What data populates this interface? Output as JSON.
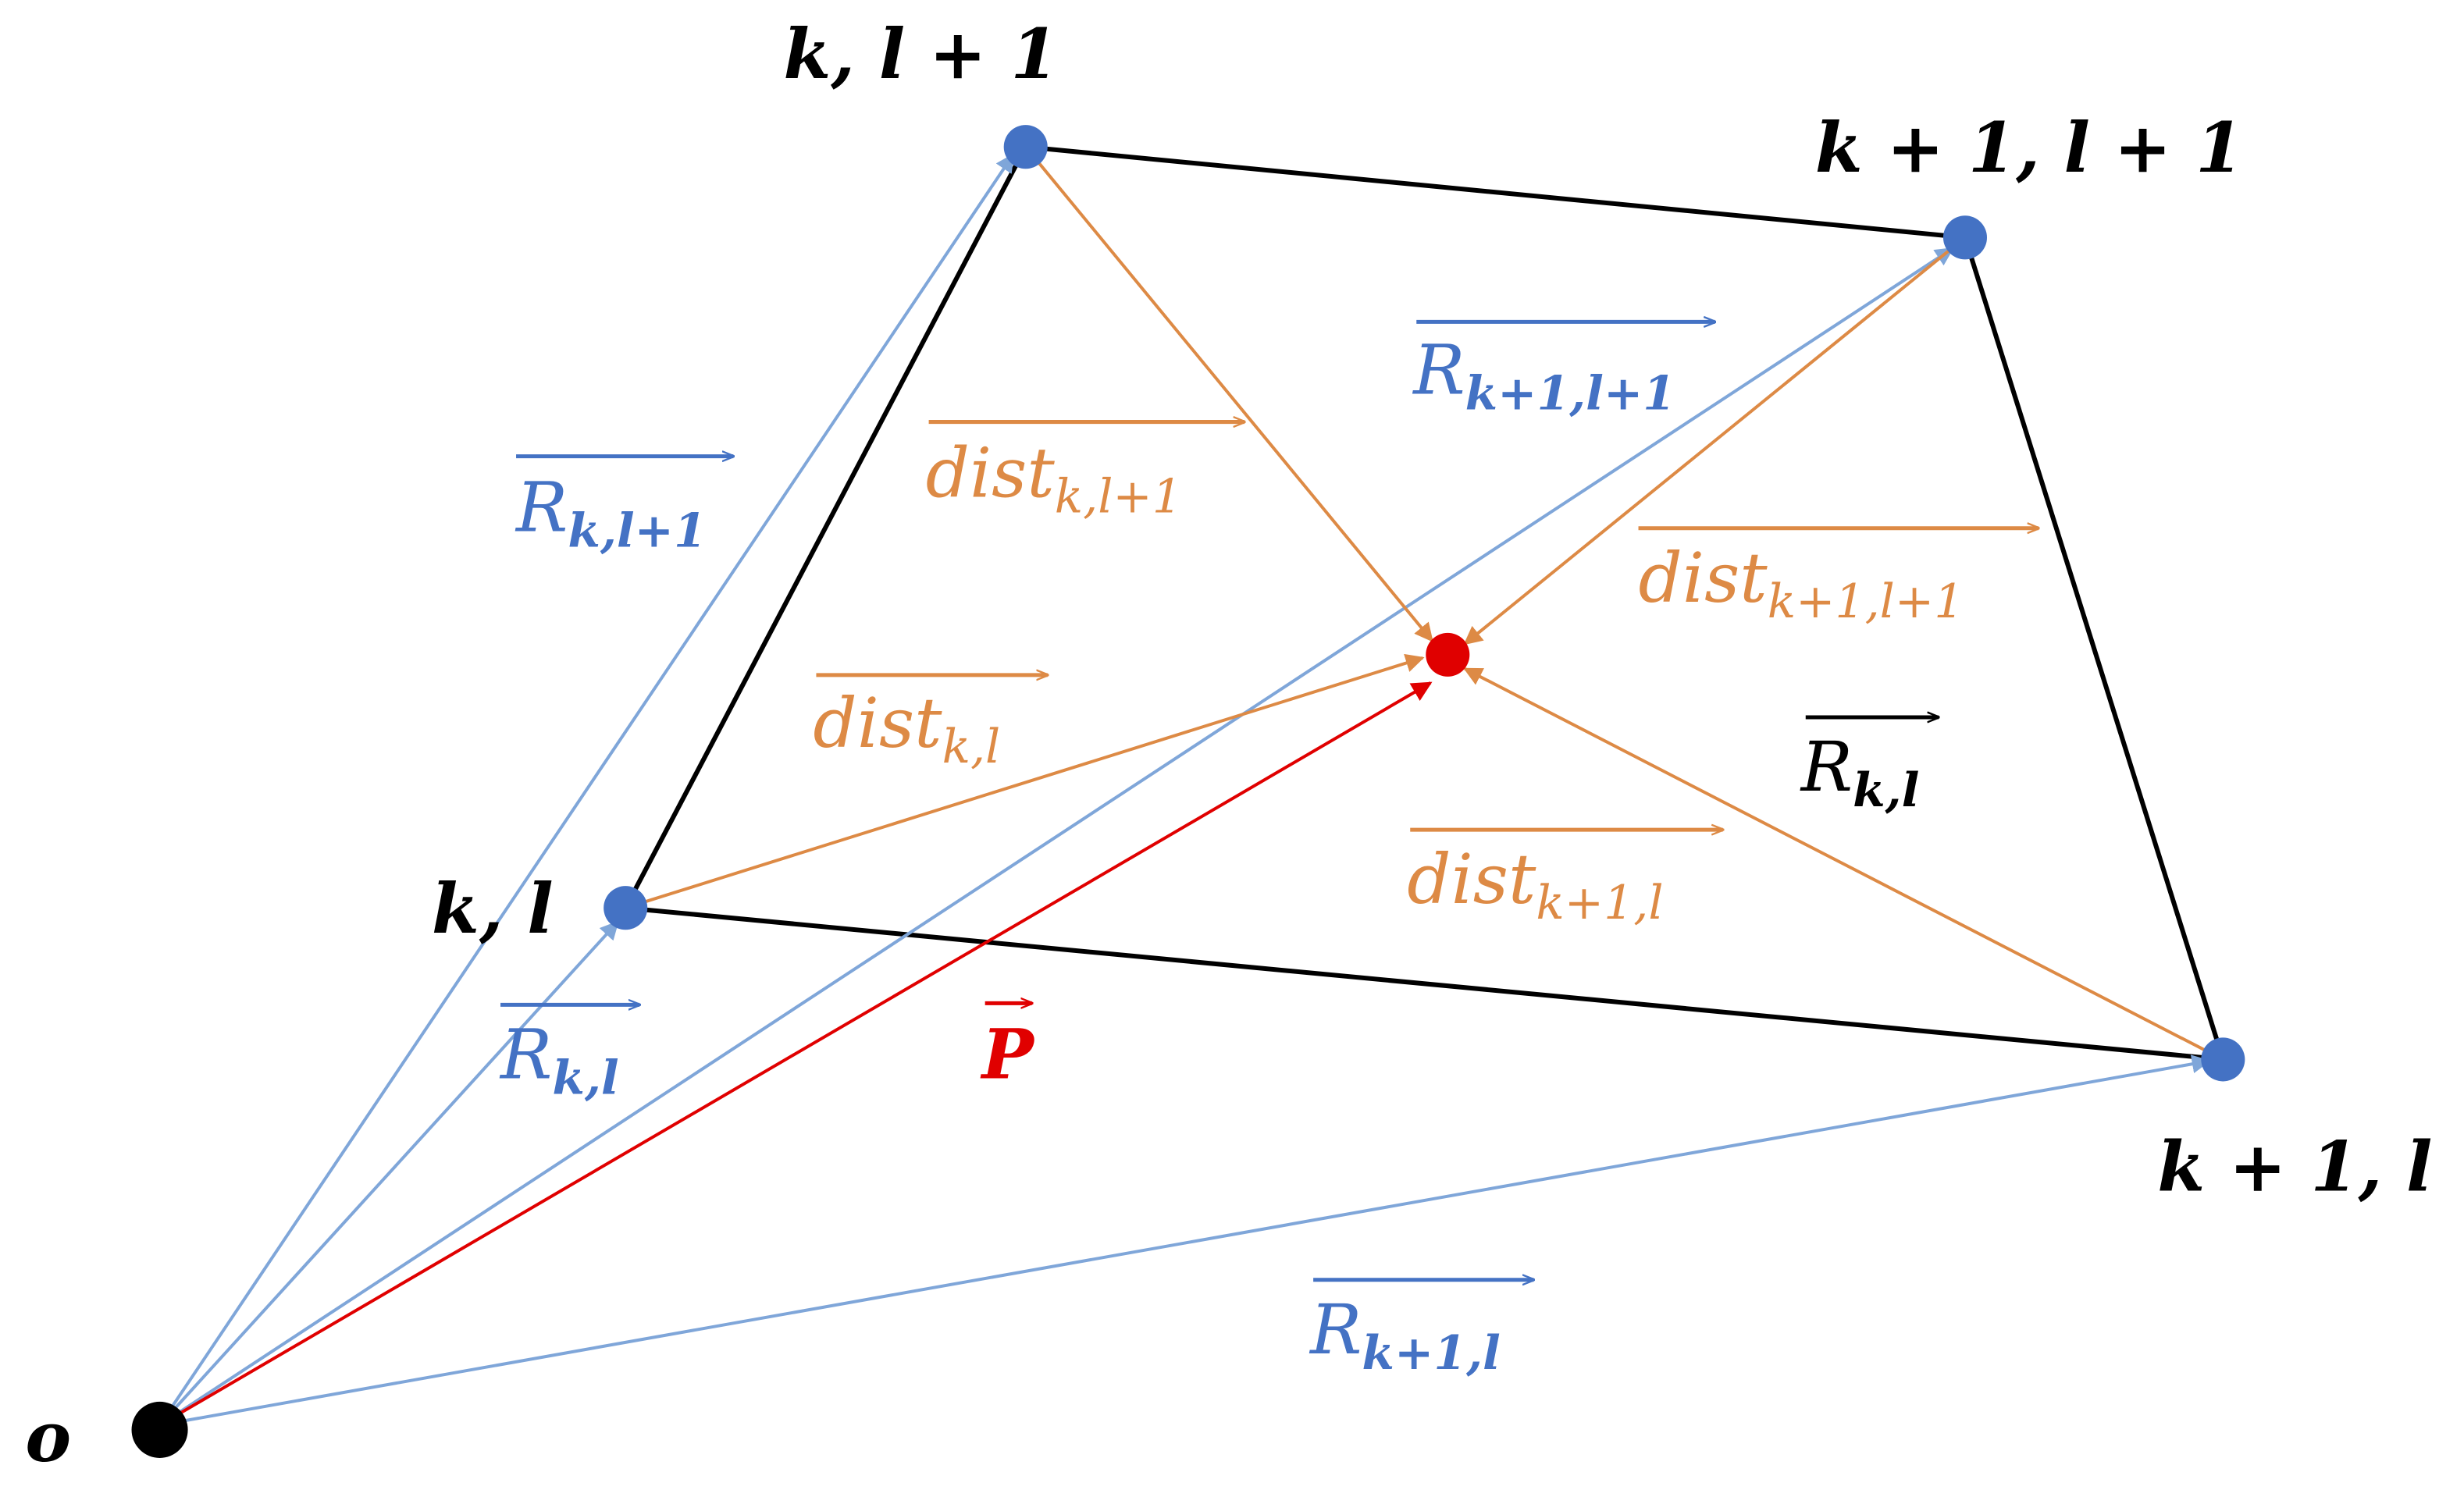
{
  "colors": {
    "black": "#000000",
    "blue": "#4472C4",
    "light_blue": "#7FA6D9",
    "orange": "#DD8A45",
    "red": "#E00000"
  },
  "corners": {
    "kl": "k, l",
    "kl1": "k, l + 1",
    "k1l1": "k + 1, l + 1",
    "k1l": "k + 1, l"
  },
  "origin_label": "o",
  "vectors": {
    "R_kl1": {
      "base": "R",
      "sub": "k,l+1"
    },
    "R_k1l1": {
      "base": "R",
      "sub": "k+1,l+1"
    },
    "R_kl_inner": {
      "base": "R",
      "sub": "k,l"
    },
    "R_kl": {
      "base": "R",
      "sub": "k,l"
    },
    "R_k1l": {
      "base": "R",
      "sub": "k+1,l"
    },
    "P": {
      "base": "P"
    },
    "dist_kl1": {
      "base": "dist",
      "sub": "k,l+1"
    },
    "dist_k1l1": {
      "base": "dist",
      "sub": "k+1,l+1"
    },
    "dist_kl": {
      "base": "dist",
      "sub": "k,l"
    },
    "dist_k1l": {
      "base": "dist",
      "sub": "k+1,l"
    }
  }
}
